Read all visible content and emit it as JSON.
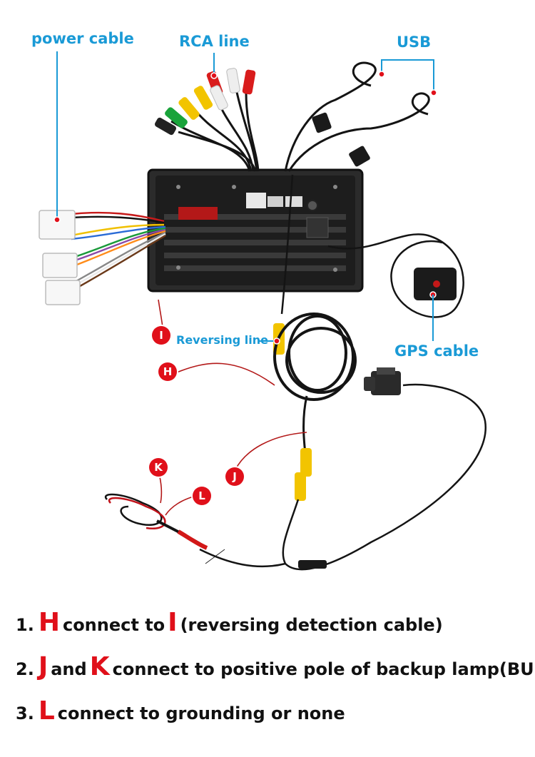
{
  "labels": {
    "power_cable": "power cable",
    "rca_line": "RCA line",
    "usb": "USB",
    "reversing_line": "Reversing line",
    "gps_cable": "GPS cable"
  },
  "badges": {
    "i": "I",
    "h": "H",
    "k": "K",
    "j": "J",
    "l": "L"
  },
  "instructions": [
    {
      "num": "1.",
      "letter1": "H",
      "mid": "connect to",
      "letter2": "I",
      "tail": "(reversing detection cable)"
    },
    {
      "num": "2.",
      "letter1": "J",
      "mid": "and",
      "letter2": "K",
      "tail": "connect to positive pole of backup lamp(BUL)"
    },
    {
      "num": "3.",
      "letter1": "L",
      "mid": "",
      "letter2": "",
      "tail": "connect to grounding or none"
    }
  ],
  "colors": {
    "callout_blue": "#1a9ad6",
    "badge_red": "#e0101a",
    "wire_black": "#141414",
    "wire_red": "#c0121a",
    "rca_yellow": "#f2c400",
    "rca_red": "#d91c1c",
    "rca_white": "#eeeeee",
    "rca_green": "#19a33a"
  }
}
